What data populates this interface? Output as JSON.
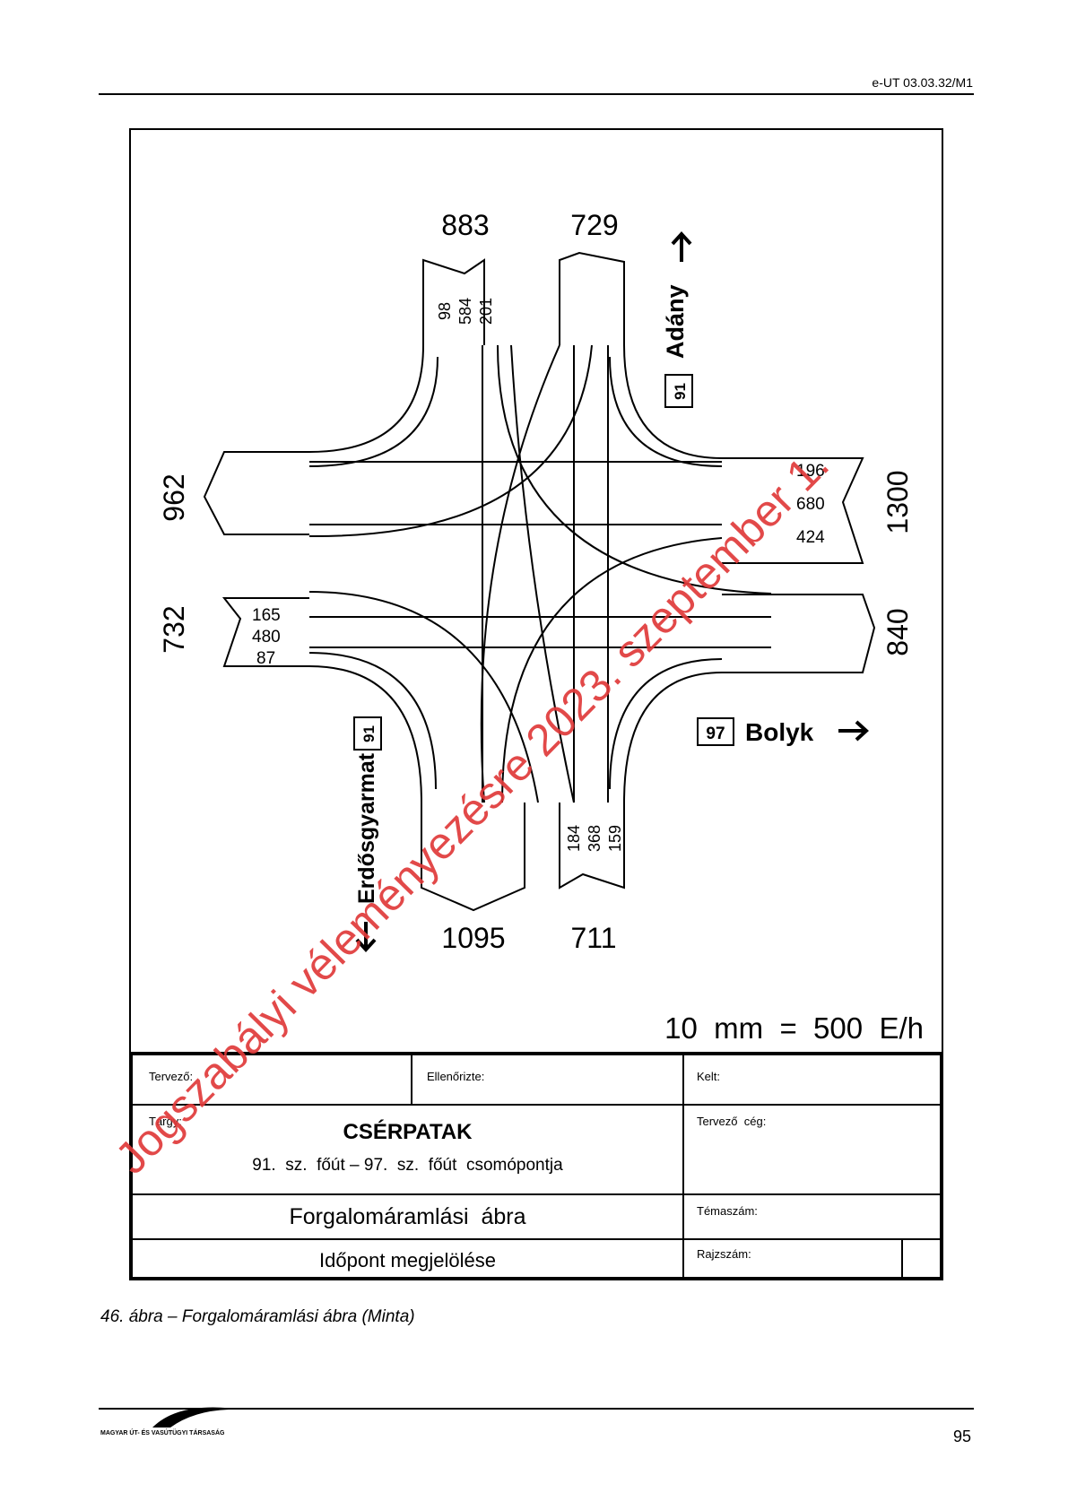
{
  "header": {
    "doc_code": "e-UT 03.03.32/M1"
  },
  "diagram": {
    "north_flows": {
      "in_total": "883",
      "out_total": "729",
      "turns": [
        "98",
        "584",
        "201"
      ]
    },
    "south_flows": {
      "in_total": "1095",
      "out_total": "711",
      "turns": [
        "184",
        "368",
        "159"
      ]
    },
    "west_flows": {
      "out_total": "962",
      "in_total": "732",
      "turns": [
        "165",
        "480",
        "87"
      ]
    },
    "east_flows": {
      "in_total": "1300",
      "out_total": "840",
      "turns": [
        "196",
        "680",
        "424"
      ]
    },
    "destinations": {
      "north": {
        "road": "91",
        "place": "Adány"
      },
      "east": {
        "road": "97",
        "place": "Bolyk"
      },
      "south": {
        "road": "91",
        "place": "Erdősgyarmat"
      }
    },
    "scale": "10  mm  =  500  E/h"
  },
  "title_block": {
    "designer_label": "Tervező:",
    "checked_label": "Ellenőrizte:",
    "date_label": "Kelt:",
    "subject_label": "Tárgy:",
    "subject_title": "CSÉRPATAK",
    "subject_sub": "91.  sz.  főút – 97.  sz.  főút  csomópontja",
    "company_label": "Tervező  cég:",
    "drawing_title": "Forgalomáramlási  ábra",
    "topic_label": "Témaszám:",
    "time_label": "Időpont megjelölése",
    "drawing_no_label": "Rajzszám:"
  },
  "caption": "46. ábra – Forgalomáramlási ábra (Minta)",
  "footer": {
    "publisher": "MAGYAR ÚT- ÉS VASÚTÜGYI TÁRSASÁG",
    "page_number": "95"
  },
  "watermark": {
    "text": "Jogszabályi véleményezésre 2023. szeptember 1.",
    "color": "#e03a3a"
  }
}
